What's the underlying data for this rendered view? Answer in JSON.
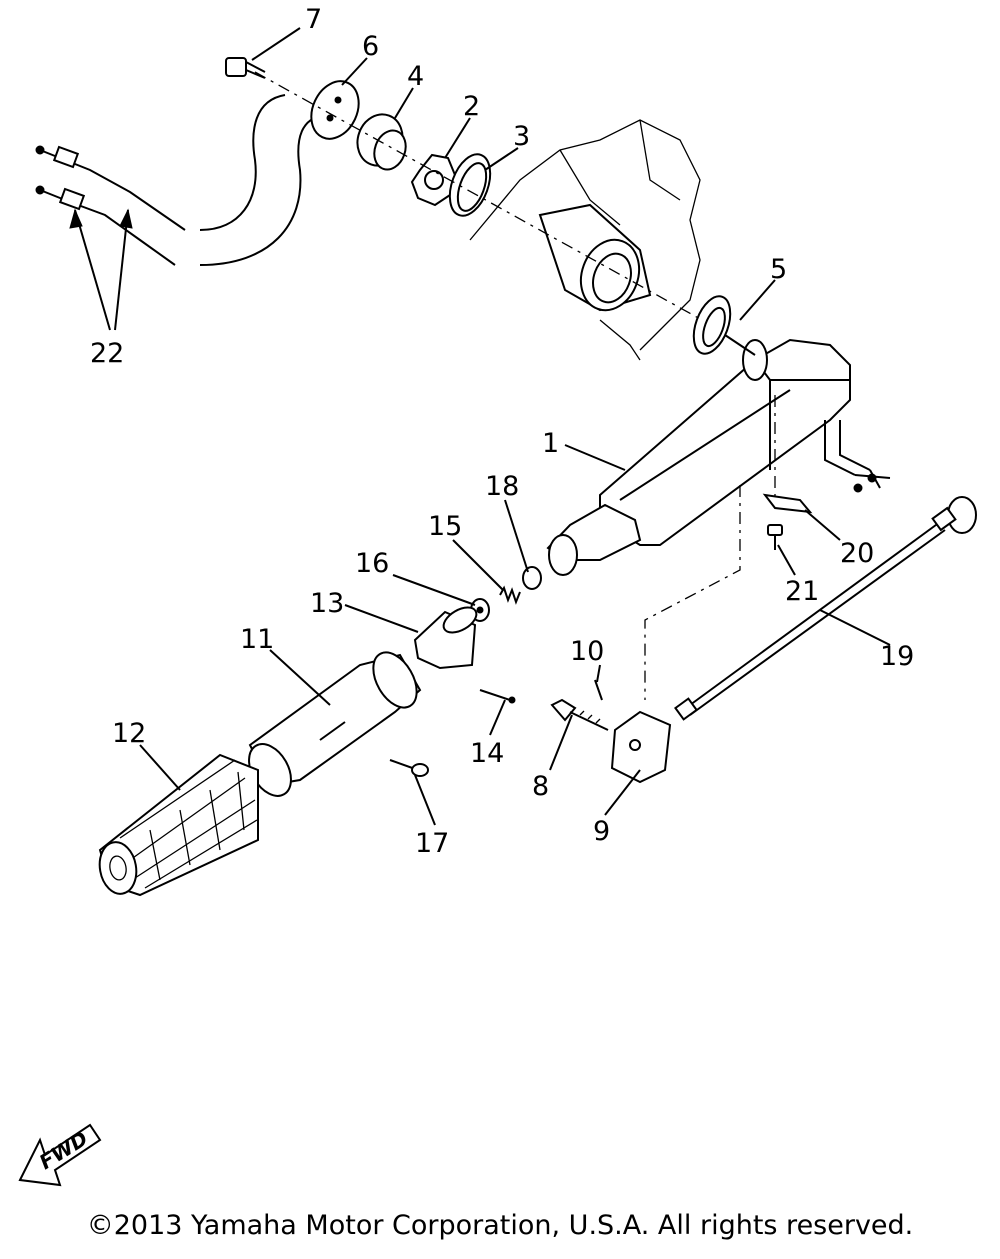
{
  "callouts": [
    {
      "id": "1",
      "label": "1"
    },
    {
      "id": "2",
      "label": "2"
    },
    {
      "id": "3",
      "label": "3"
    },
    {
      "id": "4",
      "label": "4"
    },
    {
      "id": "5",
      "label": "5"
    },
    {
      "id": "6",
      "label": "6"
    },
    {
      "id": "7",
      "label": "7"
    },
    {
      "id": "8",
      "label": "8"
    },
    {
      "id": "9",
      "label": "9"
    },
    {
      "id": "10",
      "label": "10"
    },
    {
      "id": "11",
      "label": "11"
    },
    {
      "id": "12",
      "label": "12"
    },
    {
      "id": "13",
      "label": "13"
    },
    {
      "id": "14",
      "label": "14"
    },
    {
      "id": "15",
      "label": "15"
    },
    {
      "id": "16",
      "label": "16"
    },
    {
      "id": "17",
      "label": "17"
    },
    {
      "id": "18",
      "label": "18"
    },
    {
      "id": "19",
      "label": "19"
    },
    {
      "id": "20",
      "label": "20"
    },
    {
      "id": "21",
      "label": "21"
    },
    {
      "id": "22",
      "label": "22"
    }
  ],
  "fwd_label": "FWD",
  "copyright": "©2013 Yamaha Motor Corporation, U.S.A. All rights reserved."
}
